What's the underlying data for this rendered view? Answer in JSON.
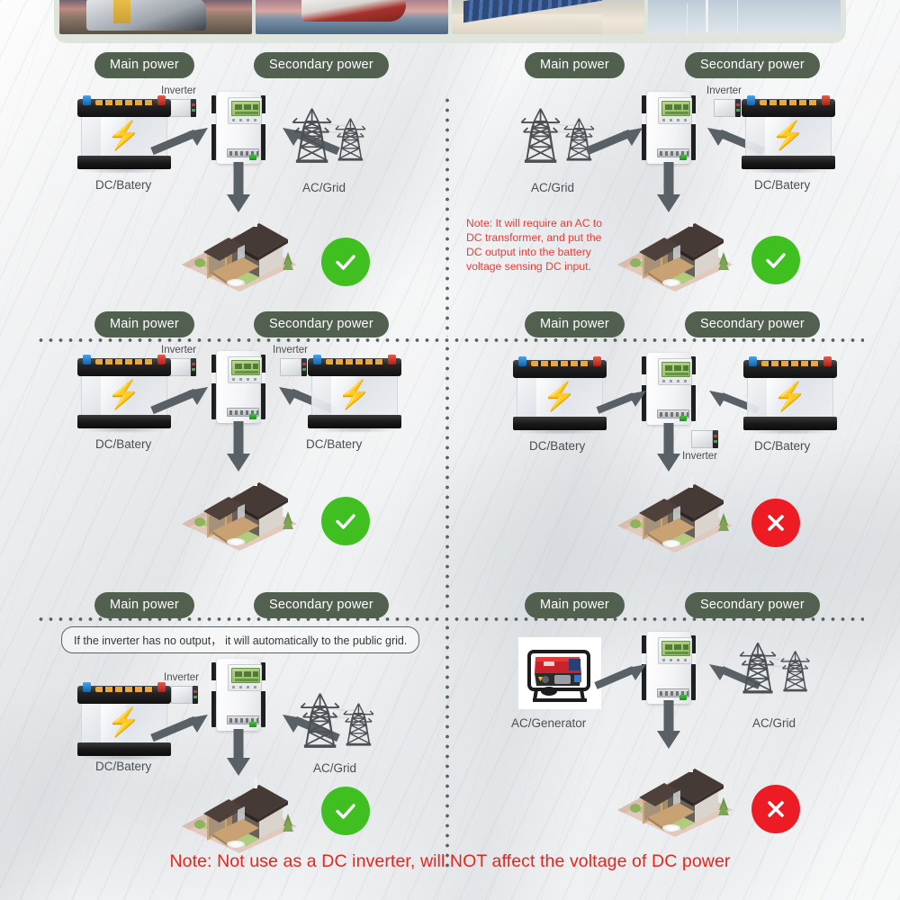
{
  "banner": {
    "photos": [
      {
        "name": "rv-camper-photo",
        "alt": "RV camper van at sunset"
      },
      {
        "name": "boat-yacht-photo",
        "alt": "Boat yacht on the sea"
      },
      {
        "name": "solar-roof-photo",
        "alt": "Solar panels on house roof"
      },
      {
        "name": "wind-turbine-photo",
        "alt": "Wind turbines"
      }
    ]
  },
  "labels": {
    "main_power": "Main power",
    "secondary_power": "Secondary power",
    "inverter": "Inverter",
    "dc_battery": "DC/Batery",
    "ac_grid": "AC/Grid",
    "ac_generator": "AC/Generator"
  },
  "status": {
    "ok": "✓",
    "bad": "✕",
    "ok_color": "#3fc020",
    "bad_color": "#ed1c24"
  },
  "colors": {
    "pill": "#51604f",
    "banner_frame": "#dfe5dc",
    "note_red": "#ef3b36",
    "footer_red": "#e8251d",
    "arrow": "#5a6166"
  },
  "panels": [
    {
      "id": "panel-1",
      "main_label": "Main power",
      "secondary_label": "Secondary power",
      "main_source": "DC/Batery",
      "main_source_icon": "battery-icon",
      "main_inverter_label": "Inverter",
      "secondary_source": "AC/Grid",
      "secondary_source_icon": "pylon-icon",
      "secondary_inverter_label": "",
      "status": "ok",
      "note": ""
    },
    {
      "id": "panel-2",
      "main_label": "Main power",
      "secondary_label": "Secondary power",
      "main_source": "AC/Grid",
      "main_source_icon": "pylon-icon",
      "main_inverter_label": "",
      "secondary_source": "DC/Batery",
      "secondary_source_icon": "battery-icon",
      "secondary_inverter_label": "Inverter",
      "status": "ok",
      "note": "Note: It will require an AC to DC transformer, and put the DC output into the battery voltage sensing DC input."
    },
    {
      "id": "panel-3",
      "main_label": "Main power",
      "secondary_label": "Secondary power",
      "main_source": "DC/Batery",
      "main_source_icon": "battery-icon",
      "main_inverter_label": "Inverter",
      "secondary_source": "DC/Batery",
      "secondary_source_icon": "battery-icon",
      "secondary_inverter_label": "Inverter",
      "status": "ok",
      "note": ""
    },
    {
      "id": "panel-4",
      "main_label": "Main power",
      "secondary_label": "Secondary power",
      "main_source": "DC/Batery",
      "main_source_icon": "battery-icon",
      "main_inverter_label": "",
      "secondary_source": "DC/Batery",
      "secondary_source_icon": "battery-icon",
      "secondary_inverter_label": "Inverter",
      "status": "bad",
      "note": ""
    },
    {
      "id": "panel-5",
      "main_label": "Main power",
      "secondary_label": "Secondary power",
      "main_source": "DC/Batery",
      "main_source_icon": "battery-icon",
      "main_inverter_label": "Inverter",
      "secondary_source": "AC/Grid",
      "secondary_source_icon": "pylon-icon",
      "secondary_inverter_label": "",
      "status": "ok",
      "callout": "If the inverter has no output， it will automatically to the public grid."
    },
    {
      "id": "panel-6",
      "main_label": "Main power",
      "secondary_label": "Secondary power",
      "main_source": "AC/Generator",
      "main_source_icon": "generator-icon",
      "main_inverter_label": "",
      "secondary_source": "AC/Grid",
      "secondary_source_icon": "pylon-icon",
      "secondary_inverter_label": "",
      "status": "bad",
      "note": ""
    }
  ],
  "footer": {
    "note": "Note: Not use as a DC inverter, will NOT affect the voltage of DC power"
  }
}
